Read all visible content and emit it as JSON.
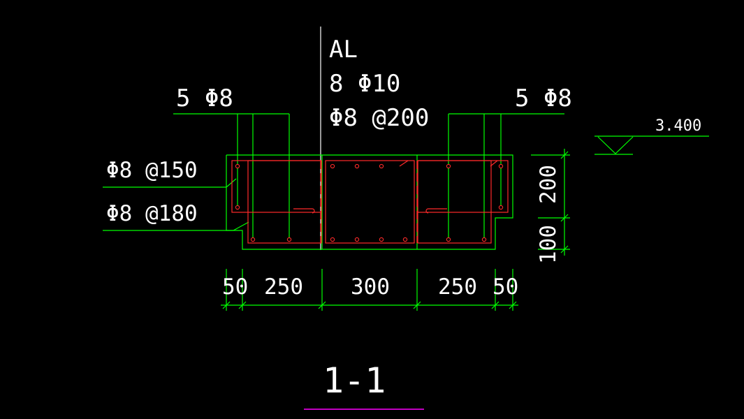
{
  "section": {
    "beam_label": "AL",
    "main_rebar": "8 Φ10",
    "stirrup": "Φ8 @200",
    "left_top_rebar": "5 Φ8",
    "right_top_rebar": "5 Φ8",
    "left_stirrup_upper": "Φ8 @150",
    "left_stirrup_lower": "Φ8 @180",
    "elevation": "3.400",
    "title": "1-1"
  },
  "dimensions": {
    "horizontal": [
      "50",
      "250",
      "300",
      "250",
      "50"
    ],
    "vertical": [
      "200",
      "100"
    ]
  },
  "colors": {
    "background": "#000000",
    "outline": "#00ff00",
    "rebar": "#ff2a2a",
    "text": "#ffffff",
    "title_underline": "#ff00ff"
  }
}
